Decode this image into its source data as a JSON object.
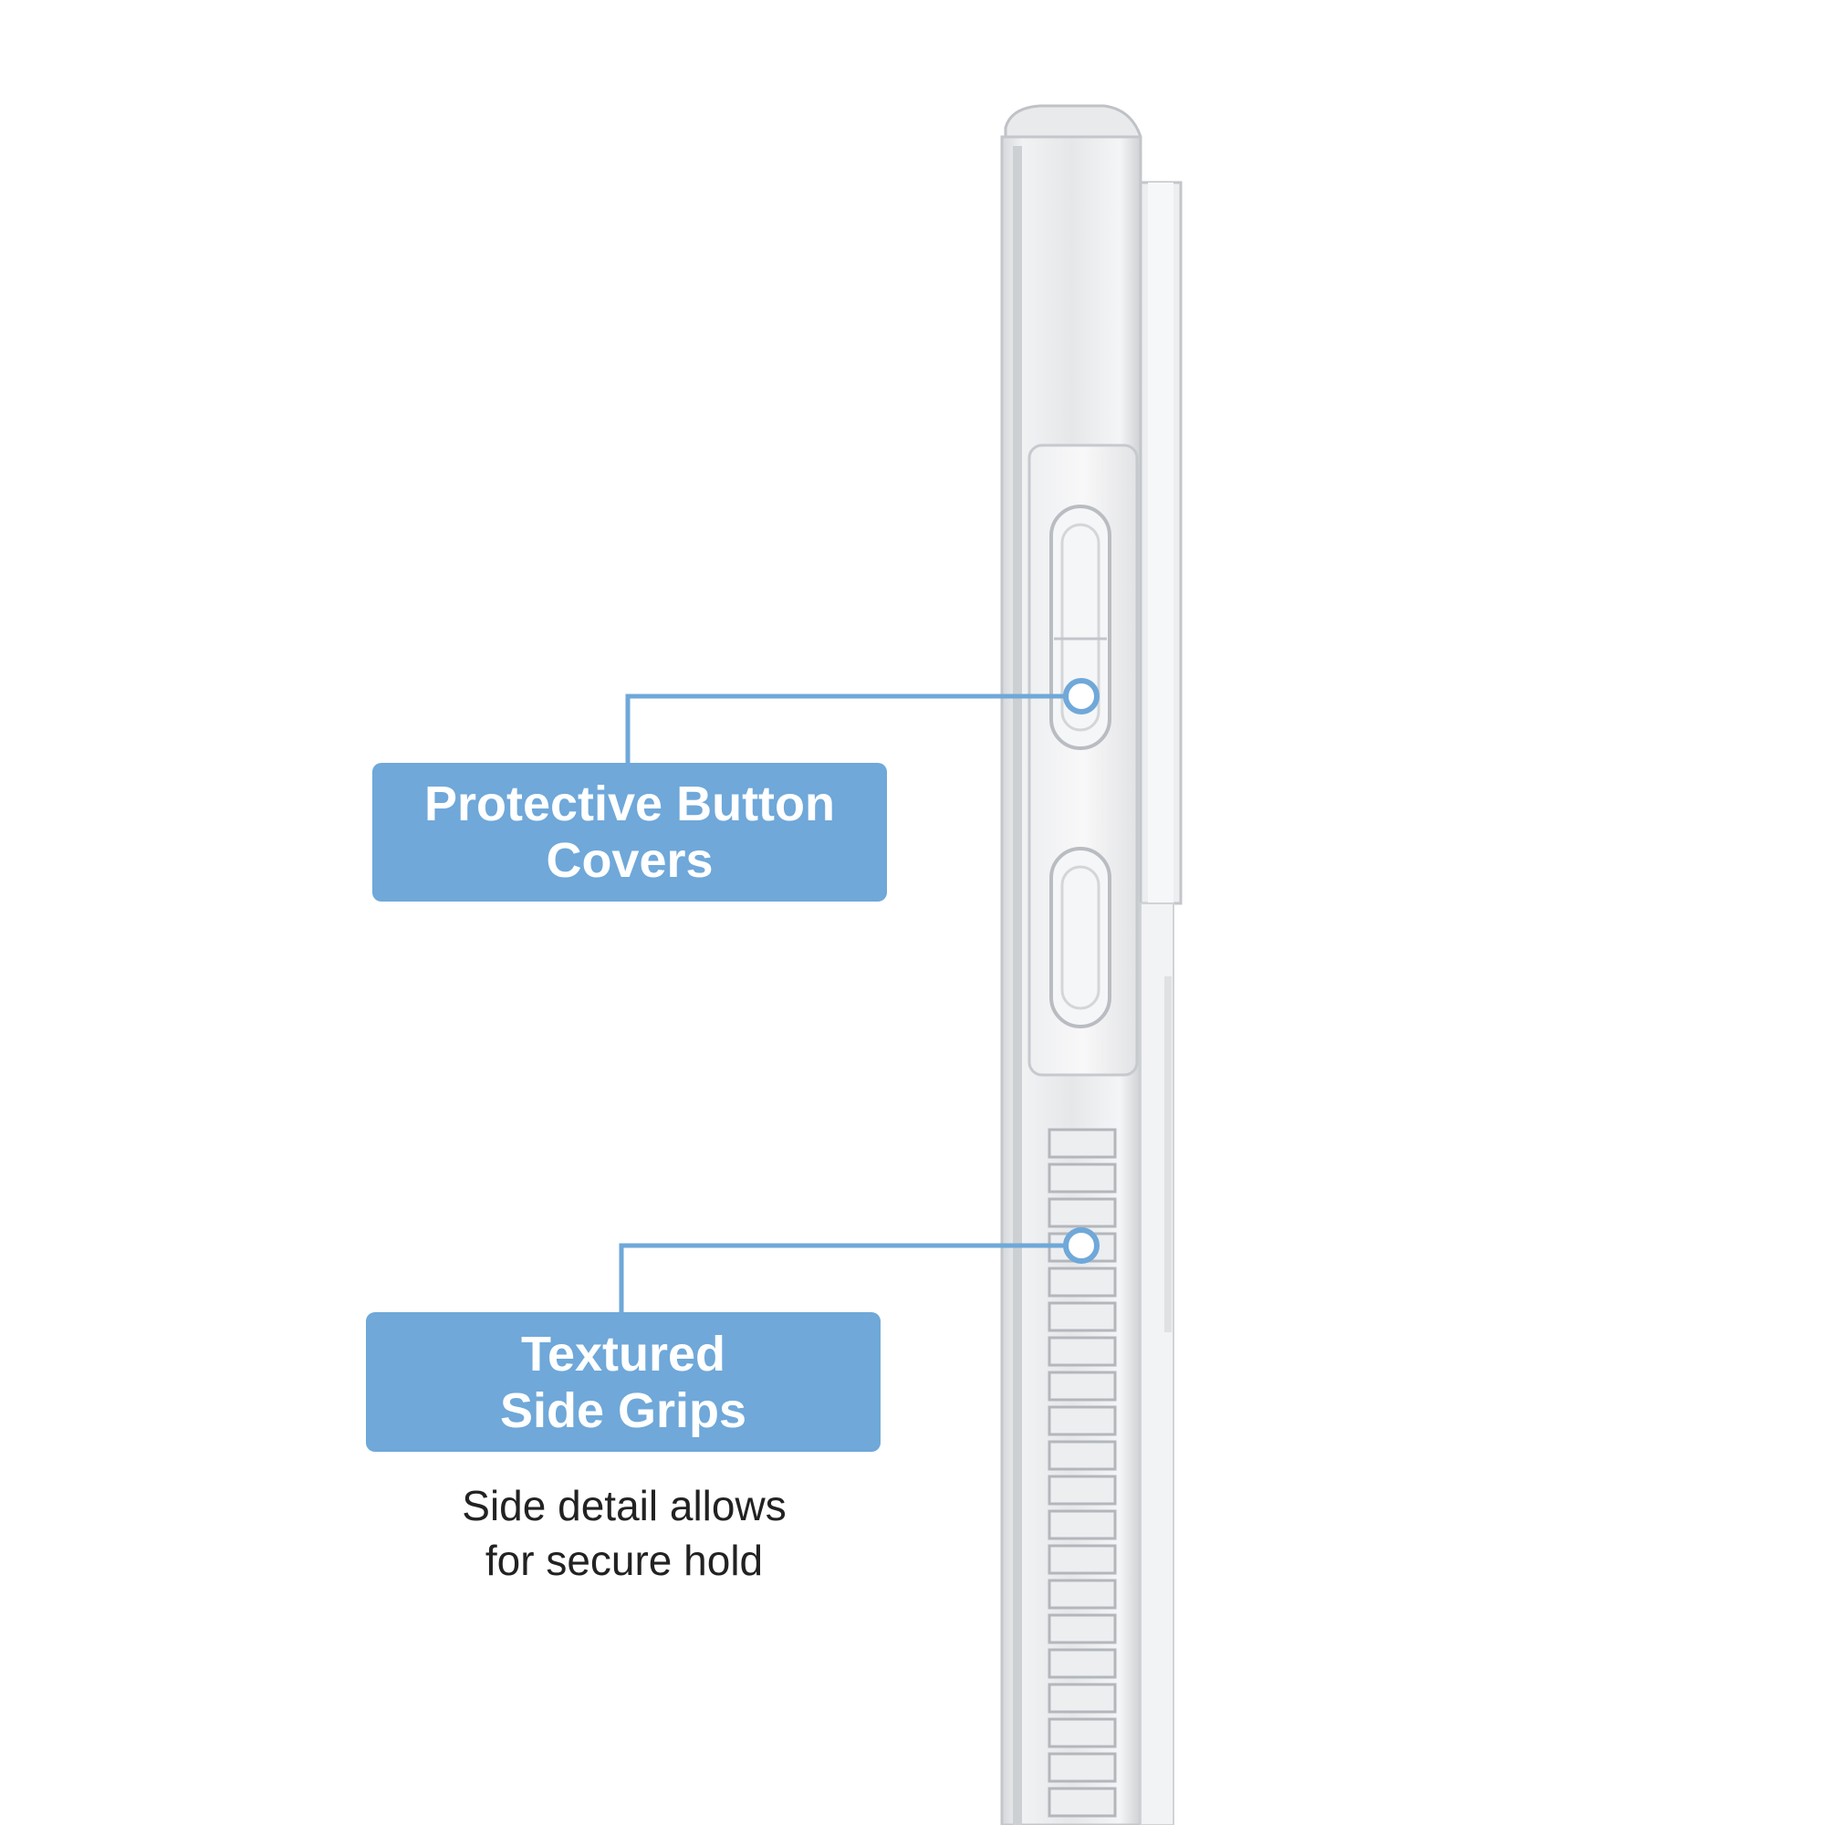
{
  "callouts": [
    {
      "title_lines": [
        "Protective Button",
        "Covers"
      ]
    },
    {
      "title_lines": [
        "Textured",
        "Side Grips"
      ],
      "description_lines": [
        "Side detail allows",
        "for secure hold"
      ]
    }
  ],
  "colors": {
    "accent": "#6fa8d9",
    "callout_text": "#ffffff",
    "caption_text": "#222222",
    "background": "#ffffff"
  },
  "icons": {
    "product": "clear-phone-case-side-view"
  }
}
